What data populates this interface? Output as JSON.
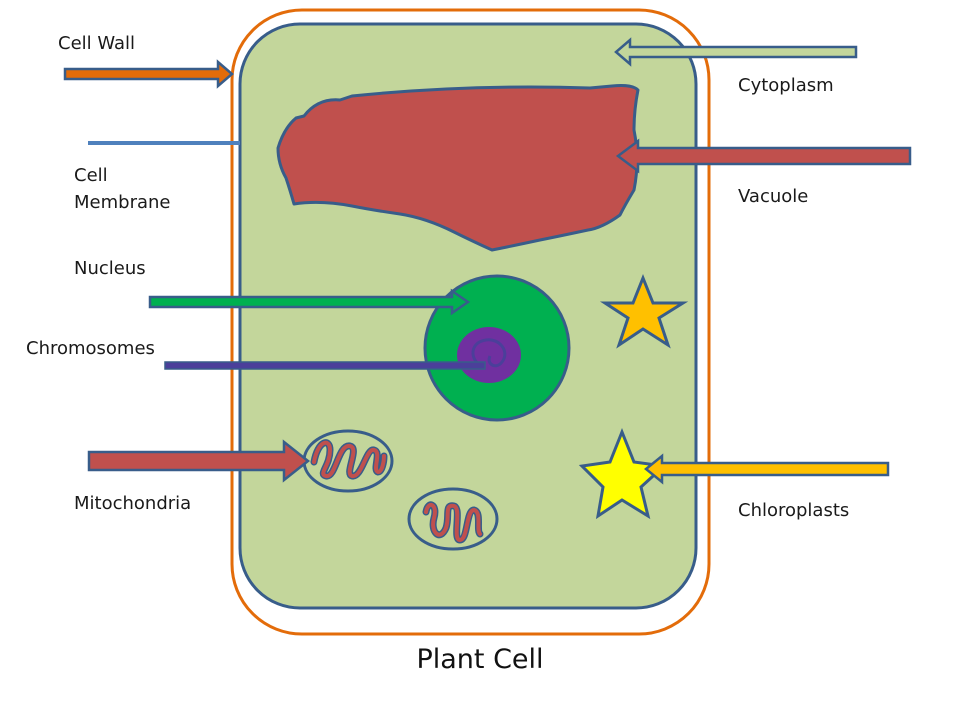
{
  "title": "Plant Cell",
  "labels": {
    "cell_wall": "Cell Wall",
    "cell_membrane_1": "Cell",
    "cell_membrane_2": "Membrane",
    "nucleus": "Nucleus",
    "chromosomes": "Chromosomes",
    "mitochondria": "Mitochondria",
    "cytoplasm": "Cytoplasm",
    "vacuole": "Vacuole",
    "chloroplasts": "Chloroplasts"
  },
  "colors": {
    "cell_wall": "#e36c0a",
    "cytoplasm": "#c3d69b",
    "membrane_outline": "#385d8a",
    "vacuole": "#c0504d",
    "nucleus": "#00b050",
    "nucleolus": "#7030a0",
    "chloroplast_orange": "#ffc000",
    "chloroplast_yellow": "#ffff00",
    "arrow_cytoplasm": "#c3d69b",
    "arrow_membrane": "#4f81bd",
    "arrow_nucleus": "#00b050",
    "arrow_chromosomes": "#4b3f9a",
    "arrow_mitochondria": "#c0504d",
    "arrow_chloroplasts": "#ffc000"
  }
}
